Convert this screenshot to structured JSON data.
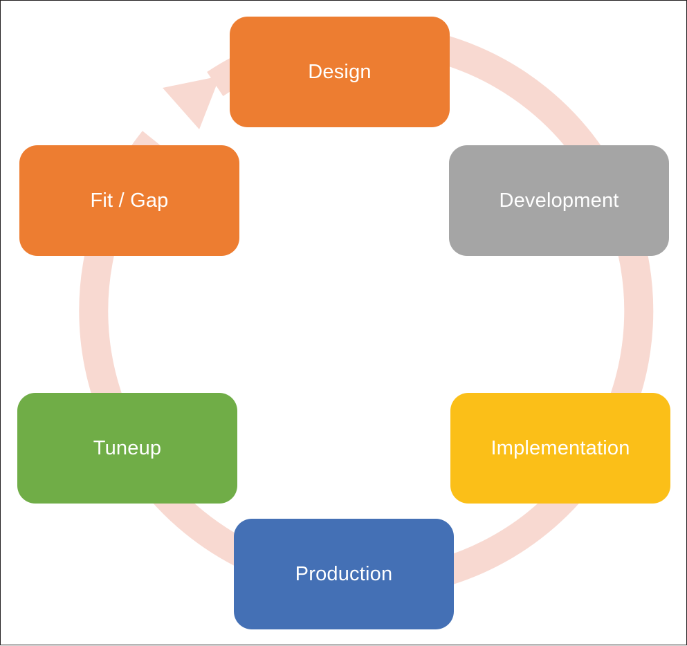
{
  "diagram": {
    "type": "cycle",
    "ring_color": "#f8d9d1",
    "stages": [
      {
        "label": "Design",
        "color": "#ed7d31"
      },
      {
        "label": "Development",
        "color": "#a5a5a5"
      },
      {
        "label": "Implementation",
        "color": "#fbbf18"
      },
      {
        "label": "Production",
        "color": "#4470b5"
      },
      {
        "label": "Tuneup",
        "color": "#70ad47"
      },
      {
        "label": "Fit / Gap",
        "color": "#ed7d31"
      }
    ]
  }
}
